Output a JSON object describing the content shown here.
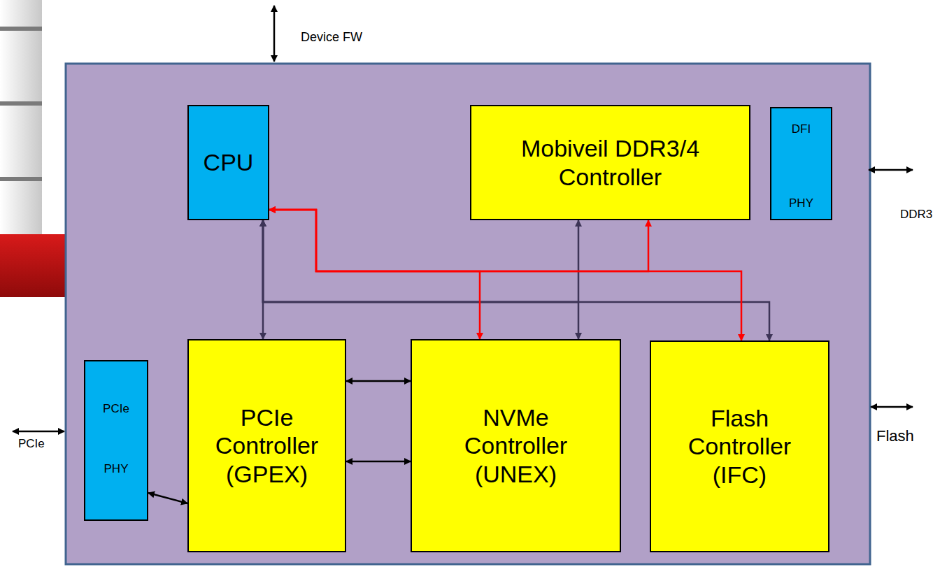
{
  "diagram": {
    "nodes": [
      {
        "text": [
          "CPU"
        ]
      },
      {
        "text": [
          "Mobiveil DDR3/4 Controller"
        ]
      },
      {
        "text": [
          "DFI",
          "PHY"
        ]
      },
      {
        "text": [
          "PCIe",
          "PHY"
        ]
      },
      {
        "text": [
          "PCIe Controller (GPEX)"
        ]
      },
      {
        "text": [
          "NVMe Controller (UNEX)"
        ]
      },
      {
        "text": [
          "Flash Controller (IFC)"
        ]
      }
    ],
    "edges": [
      {
        "from": 3,
        "to": 4,
        "arrow": "both"
      },
      {
        "from": 4,
        "to": 5,
        "arrow": "both"
      },
      {
        "from": 4,
        "to": 5,
        "arrow": "both"
      },
      {
        "from": 0,
        "to": 4,
        "arrow": "both"
      },
      {
        "from": 0,
        "to": 1,
        "arrow": "both"
      },
      {
        "from": 0,
        "to": 5,
        "arrow": "both"
      },
      {
        "from": 0,
        "to": 6,
        "arrow": "both"
      },
      {
        "from": 0,
        "to": 1,
        "arrow": "both"
      },
      {
        "from": 0,
        "to": 5,
        "arrow": "both"
      },
      {
        "from": 0,
        "to": 6,
        "arrow": "both"
      }
    ],
    "labels": [
      "Device FW",
      "DDR3",
      "PCIe",
      "Flash"
    ]
  }
}
